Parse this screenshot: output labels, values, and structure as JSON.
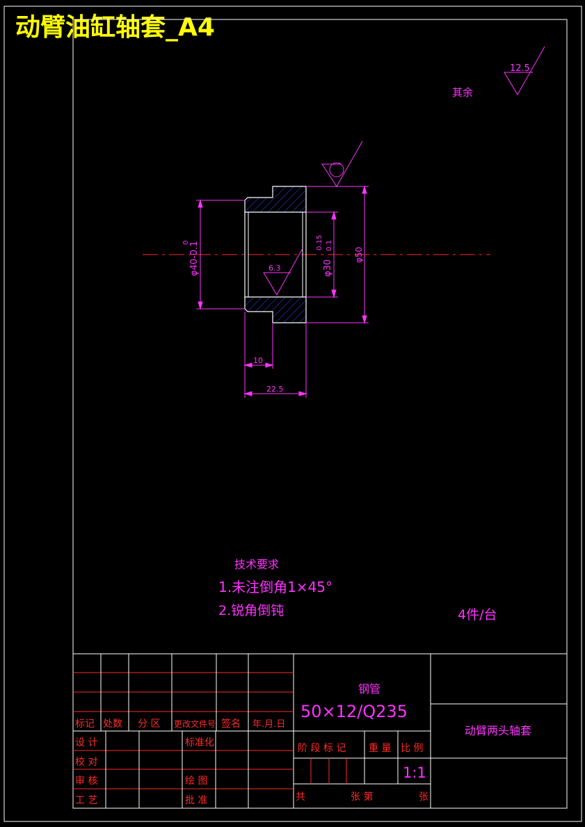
{
  "title": "动臂油缸轴套_A4",
  "roughness": {
    "value": "12.5",
    "label": "其余",
    "symbol_value": "6.3"
  },
  "dimensions": {
    "d40": "φ40-0.1",
    "d40_upper": "0",
    "d30": "φ30",
    "d30_upper": "0.15",
    "d30_lower": "0.1",
    "d50": "φ50",
    "len10": "10",
    "len225": "22.5"
  },
  "tech": {
    "heading": "技术要求",
    "item1": "1.未注倒角1×45°",
    "item2": "2.锐角倒钝"
  },
  "quantity": "4件/台",
  "titleblock": {
    "material_name": "钢管",
    "material_spec": "50×12/Q235",
    "part_name": "动臂两头轴套",
    "scale": "1:1",
    "header_cells": [
      "标记",
      "处数",
      "分 区",
      "更改文件号",
      "签名",
      "年.月.日"
    ],
    "row_labels": [
      "设 计",
      "校 对",
      "审 核",
      "工 艺"
    ],
    "mid_labels": [
      "标准化",
      "",
      "绘 图",
      "批 准"
    ],
    "attr_labels": [
      "阶 段 标 记",
      "重 量",
      "比 例"
    ],
    "sheet_label_1": "共",
    "sheet_label_2": "张 第",
    "sheet_label_3": "张"
  }
}
